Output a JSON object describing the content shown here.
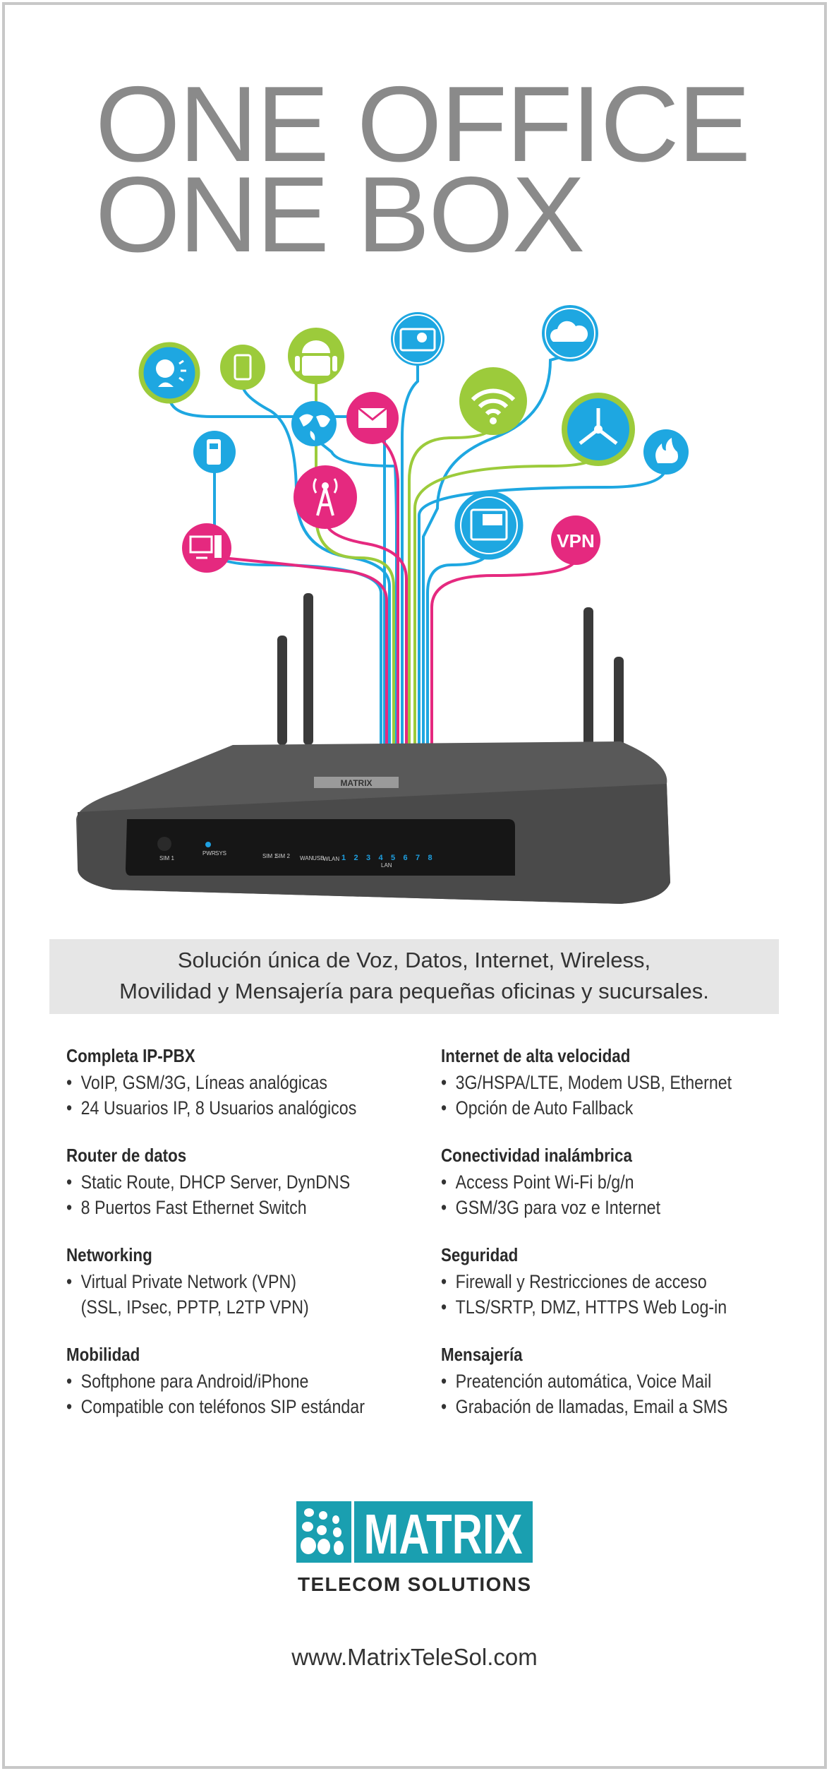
{
  "headline": {
    "line1": "ONE OFFICE",
    "line2": "ONE BOX"
  },
  "icons": [
    "voice-icon",
    "mobile-phone-icon",
    "android-icon",
    "video-call-icon",
    "cloud-icon",
    "cordless-phone-icon",
    "world-map-icon",
    "mail-icon",
    "wifi-icon",
    "network-icon",
    "firewall-icon",
    "radio-tower-icon",
    "desktop-computer-icon",
    "ip-phone-icon",
    "vpn-icon"
  ],
  "vpn_label": "VPN",
  "router": {
    "brand": "MATRIX",
    "panel_labels": {
      "sim_slot": "SIM 1",
      "pwr": "PWR",
      "sys": "SYS",
      "sim1": "SIM 1",
      "sim2": "SIM 2",
      "wan": "WAN",
      "usb": "USB",
      "wlan": "WLAN",
      "lan": "LAN",
      "ports": [
        "1",
        "2",
        "3",
        "4",
        "5",
        "6",
        "7",
        "8"
      ]
    }
  },
  "tagline": {
    "line1": "Solución única de Voz, Datos, Internet, Wireless,",
    "line2": "Movilidad y Mensajería para pequeñas oficinas y sucursales."
  },
  "features": {
    "left": [
      {
        "title": "Completa IP-PBX",
        "items": [
          "VoIP, GSM/3G, Líneas analógicas",
          "24 Usuarios  IP, 8 Usuarios analógicos"
        ]
      },
      {
        "title": "Router de datos",
        "items": [
          "Static Route, DHCP Server, DynDNS",
          "8 Puertos Fast Ethernet Switch"
        ]
      },
      {
        "title": "Networking",
        "items": [
          "Virtual Private Network (VPN)"
        ],
        "continuation": "(SSL, IPsec, PPTP, L2TP VPN)"
      },
      {
        "title": "Mobilidad",
        "items": [
          "Softphone para Android/iPhone",
          "Compatible con teléfonos SIP estándar"
        ]
      }
    ],
    "right": [
      {
        "title": "Internet de alta velocidad",
        "items": [
          "3G/HSPA/LTE, Modem USB, Ethernet",
          "Opción de Auto Fallback"
        ]
      },
      {
        "title": "Conectividad inalámbrica",
        "items": [
          "Access Point Wi-Fi b/g/n",
          "GSM/3G para voz e Internet"
        ]
      },
      {
        "title": "Seguridad",
        "items": [
          "Firewall y Restricciones de acceso",
          "TLS/SRTP, DMZ, HTTPS Web Log-in"
        ]
      },
      {
        "title": "Mensajería",
        "items": [
          "Preatención automática, Voice Mail",
          "Grabación de llamadas, Email a SMS"
        ]
      }
    ]
  },
  "logo": {
    "name": "MATRIX",
    "sub": "TELECOM SOLUTIONS"
  },
  "website": "www.MatrixTeleSol.com",
  "colors": {
    "blue": "#1ea7e1",
    "green": "#9ccb3b",
    "pink": "#e5297f",
    "teal": "#1a9fb0",
    "text": "#333333",
    "band": "#e6e6e6"
  }
}
